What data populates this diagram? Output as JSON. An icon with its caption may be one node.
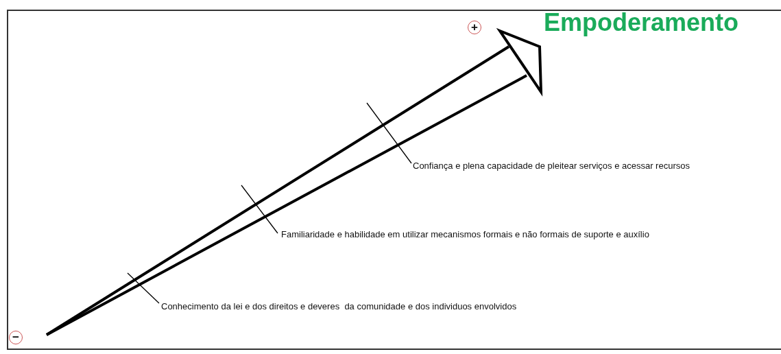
{
  "diagram": {
    "labels": [
      "+",
      "Empoderamento",
      "Confiança e plena capacidade de pleitear serviços e acessar recursos",
      "Familiaridade e habilidade em utilizar mecanismos formais e não formais de suporte e auxílio",
      "Conhecimento da lei e dos direitos e deveres  da comunidade e dos individuos envolvidos",
      "−"
    ]
  }
}
